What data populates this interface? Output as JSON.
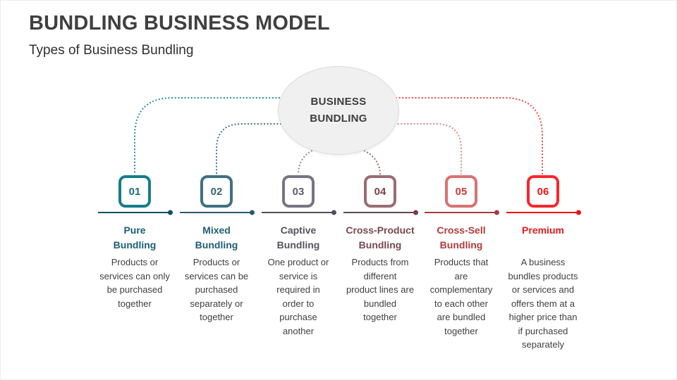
{
  "header": {
    "title": "BUNDLING BUSINESS MODEL",
    "subtitle": "Types of Business Bundling"
  },
  "center": {
    "label": "BUSINESS\nBUNDLING"
  },
  "items": [
    {
      "number": "01",
      "title": "Pure\nBundling",
      "description": "Products or\nservices can only\nbe purchased\ntogether",
      "colors": {
        "box": "#147d8d",
        "number": "#156f80",
        "title": "#1b5e74",
        "line": "#11505e",
        "dot": "#11505e",
        "connector": "#2a8e9a"
      }
    },
    {
      "number": "02",
      "title": "Mixed\nBundling",
      "description": "Products or\nservices can be\npurchased\nseparately or\ntogether",
      "colors": {
        "box": "#3f7081",
        "number": "#32657a",
        "title": "#1f5e73",
        "line": "#2a5a6b",
        "dot": "#2a5a6b",
        "connector": "#41788c"
      }
    },
    {
      "number": "03",
      "title": "Captive\nBundling",
      "description": "One product or\nservice is\nrequired in\norder to\npurchase\nanother",
      "colors": {
        "box": "#777584",
        "number": "#5f5c6a",
        "title": "#565360",
        "line": "#514e5b",
        "dot": "#514e5b",
        "connector": "#8b8895"
      }
    },
    {
      "number": "04",
      "title": "Cross-Product\nBundling",
      "description": "Products from\ndifferent\nproduct lines are\nbundled\ntogether",
      "colors": {
        "box": "#9b6b74",
        "number": "#7e3f49",
        "title": "#7b4650",
        "line": "#5d4a51",
        "dot": "#7e3a44",
        "connector": "#9d6a73"
      }
    },
    {
      "number": "05",
      "title": "Cross-Sell\nBundling",
      "description": "Products that\nare\ncomplementary\nto each other\nare bundled\ntogether",
      "colors": {
        "box": "#d97273",
        "number": "#ce3c3c",
        "title": "#b23b3d",
        "line": "#9e3d41",
        "dot": "#9e3d41",
        "connector": "#e08888"
      }
    },
    {
      "number": "06",
      "title": "Premium",
      "description": "A business\nbundles products\nor services and\noffers them at a\nhigher price than\nif purchased\nseparately",
      "colors": {
        "box": "#f5282c",
        "number": "#ea171b",
        "title": "#e8191d",
        "line": "#ee1215",
        "dot": "#ee1215",
        "connector": "#f54341"
      }
    }
  ]
}
